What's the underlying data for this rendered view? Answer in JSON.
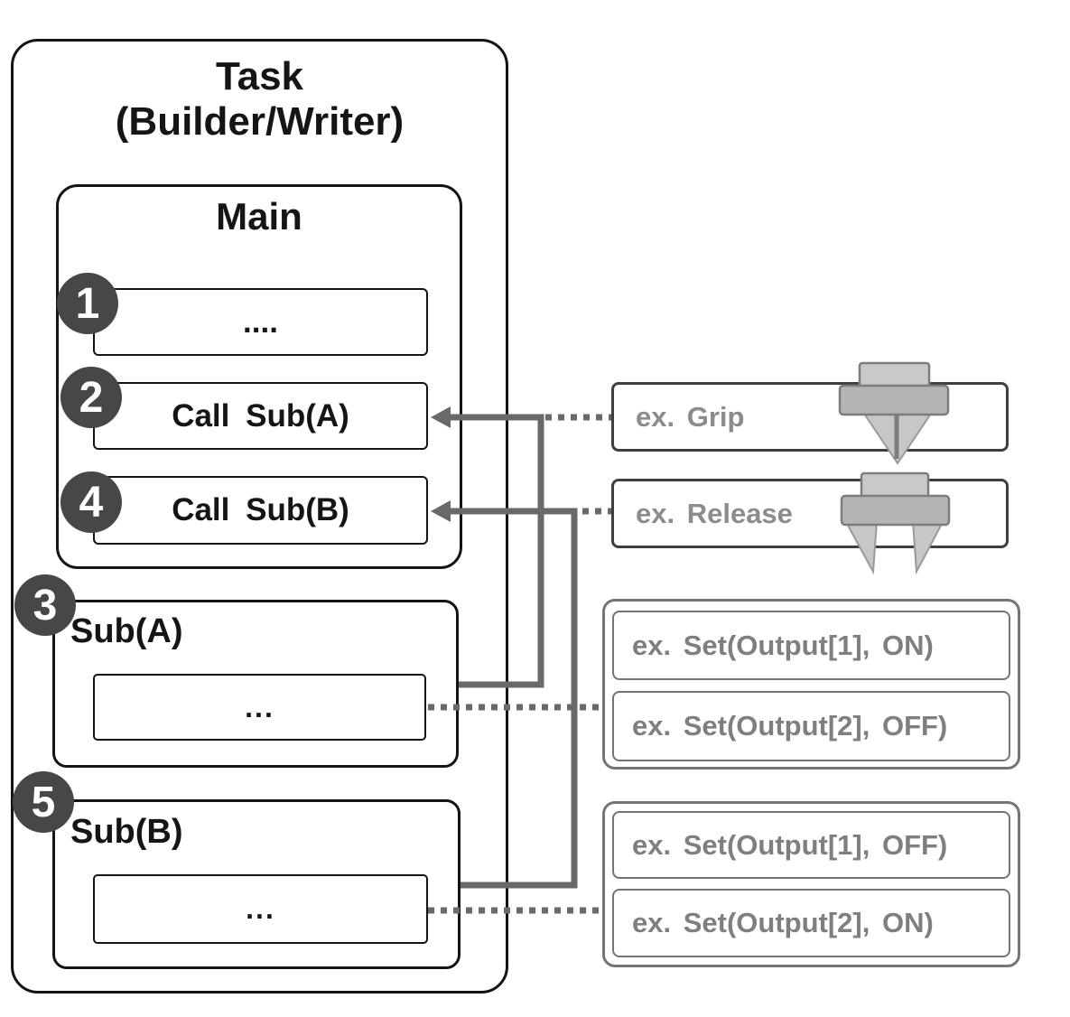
{
  "task": {
    "title_line1": "Task",
    "title_line2": "(Builder/Writer)"
  },
  "main": {
    "title": "Main",
    "steps": [
      {
        "num": "1",
        "label": "...."
      },
      {
        "num": "2",
        "label": "Call Sub(A)"
      },
      {
        "num": "4",
        "label": "Call Sub(B)"
      }
    ]
  },
  "subroutines": [
    {
      "num": "3",
      "title": "Sub(A)",
      "body": "..."
    },
    {
      "num": "5",
      "title": "Sub(B)",
      "body": "..."
    }
  ],
  "annotations": {
    "grip": "ex. Grip",
    "release": "ex. Release",
    "sub_a_examples": [
      "ex. Set(Output[1], ON)",
      "ex. Set(Output[2], OFF)"
    ],
    "sub_b_examples": [
      "ex. Set(Output[1], OFF)",
      "ex. Set(Output[2], ON)"
    ]
  },
  "icons": {
    "grip": "gripper-closed-icon",
    "release": "gripper-open-icon"
  },
  "colors": {
    "outline_black": "#141414",
    "connector_gray": "#696969",
    "annotation_text_gray": "#8c8c8c",
    "annotation_border_dark": "#3f3f3f",
    "annotation_border_light": "#747474",
    "badge_fill": "#474747",
    "icon_light_gray": "#c9c9c9",
    "icon_mid_gray": "#b4b4b4",
    "icon_border_gray": "#7d7d7d"
  }
}
